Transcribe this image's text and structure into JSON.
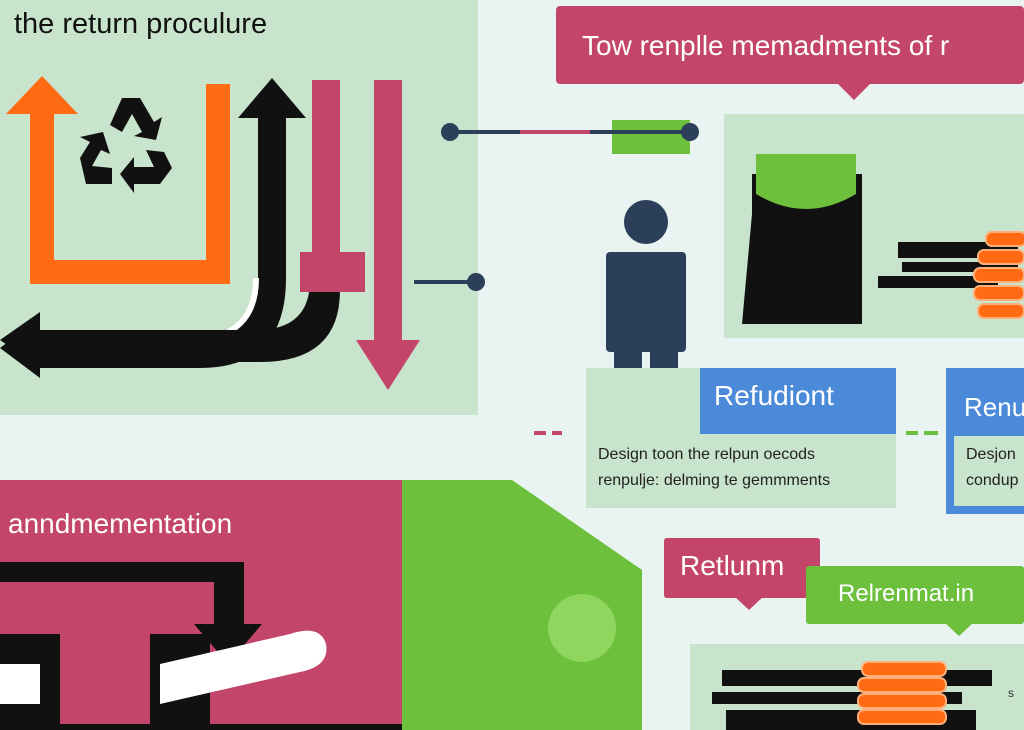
{
  "colors": {
    "background": "#e9f4f2",
    "mint_panel": "#c8e4cc",
    "pink": "#c4456a",
    "green": "#6cc03c",
    "orange": "#ff6a12",
    "navy": "#2c3f5a",
    "blue": "#4a8ad8",
    "black": "#111111"
  },
  "title": "the  return proculure",
  "banner": {
    "text": "Tow renplle memadments of r"
  },
  "refund_box": {
    "label": "Refudiont"
  },
  "refund_box_right": {
    "label": "Renu"
  },
  "desc_left": {
    "line1": "Design toon the relpun oecods",
    "line2": "renpulje: delming te gemmments"
  },
  "desc_right": {
    "line1": "Desjon",
    "line2": "condup"
  },
  "bottom_left": {
    "title": "anndmementation"
  },
  "return_tag": {
    "label": "Retlunm"
  },
  "refinement_tag": {
    "label": "Relrenmat.in"
  },
  "bottom_right_char": "s",
  "icons": [
    "recycle-icon",
    "person-icon",
    "shopping-bag-icon",
    "coin-stack-icon",
    "arrow-icon"
  ]
}
